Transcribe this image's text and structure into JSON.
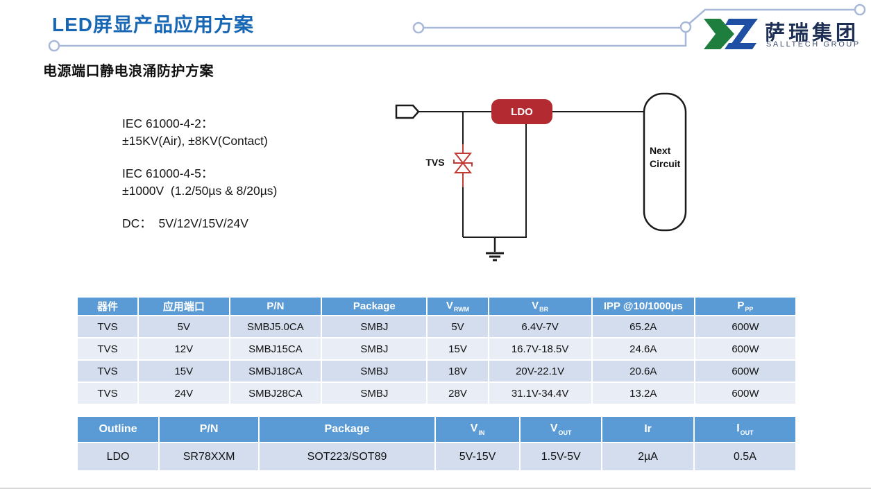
{
  "page": {
    "title": "LED屏显产品应用方案",
    "subtitle": "电源端口静电浪涌防护方案"
  },
  "logo": {
    "name_cn": "萨瑞集团",
    "name_en": "SALLTECH GROUP"
  },
  "specs": {
    "groups": [
      [
        "IEC 61000-4-2：",
        "±15KV(Air), ±8KV(Contact)"
      ],
      [
        "IEC 61000-4-5：",
        "±1000V  (1.2/50µs & 8/20µs)"
      ],
      [
        "DC：  5V/12V/15V/24V"
      ]
    ]
  },
  "diagram": {
    "tvs_label": "TVS",
    "ldo_label": "LDO",
    "next_circuit_line1": "Next",
    "next_circuit_line2": "Circuit"
  },
  "tvs_table": {
    "headers": [
      {
        "text": "器件"
      },
      {
        "text": "应用端口"
      },
      {
        "text": "P/N"
      },
      {
        "text": "Package"
      },
      {
        "text": "V",
        "sub": "RWM"
      },
      {
        "text": "V",
        "sub": "BR"
      },
      {
        "text": "IPP @10/1000µs"
      },
      {
        "text": "P",
        "sub": "PP"
      }
    ],
    "rows": [
      [
        "TVS",
        "5V",
        "SMBJ5.0CA",
        "SMBJ",
        "5V",
        "6.4V-7V",
        "65.2A",
        "600W"
      ],
      [
        "TVS",
        "12V",
        "SMBJ15CA",
        "SMBJ",
        "15V",
        "16.7V-18.5V",
        "24.6A",
        "600W"
      ],
      [
        "TVS",
        "15V",
        "SMBJ18CA",
        "SMBJ",
        "18V",
        "20V-22.1V",
        "20.6A",
        "600W"
      ],
      [
        "TVS",
        "24V",
        "SMBJ28CA",
        "SMBJ",
        "28V",
        "31.1V-34.4V",
        "13.2A",
        "600W"
      ]
    ]
  },
  "ldo_table": {
    "headers": [
      {
        "text": "Outline"
      },
      {
        "text": "P/N"
      },
      {
        "text": "Package"
      },
      {
        "text": "V",
        "sub": "IN"
      },
      {
        "text": "V",
        "sub": "OUT"
      },
      {
        "text": "Ir"
      },
      {
        "text": "I",
        "sub": "OUT"
      }
    ],
    "rows": [
      [
        "LDO",
        "SR78XXM",
        "SOT223/SOT89",
        "5V-15V",
        "1.5V-5V",
        "2µA",
        "0.5A"
      ]
    ]
  },
  "colors": {
    "title_blue": "#1767b4",
    "table_header_blue": "#5b9bd5",
    "band_dark": "#d3ddee",
    "band_light": "#e9edf6",
    "trace_blue": "#a8b8d8",
    "tvs_red": "#c13b36",
    "ldo_red": "#b32b30",
    "logo_green": "#1e7e3e",
    "logo_blue": "#1f4fa5"
  }
}
